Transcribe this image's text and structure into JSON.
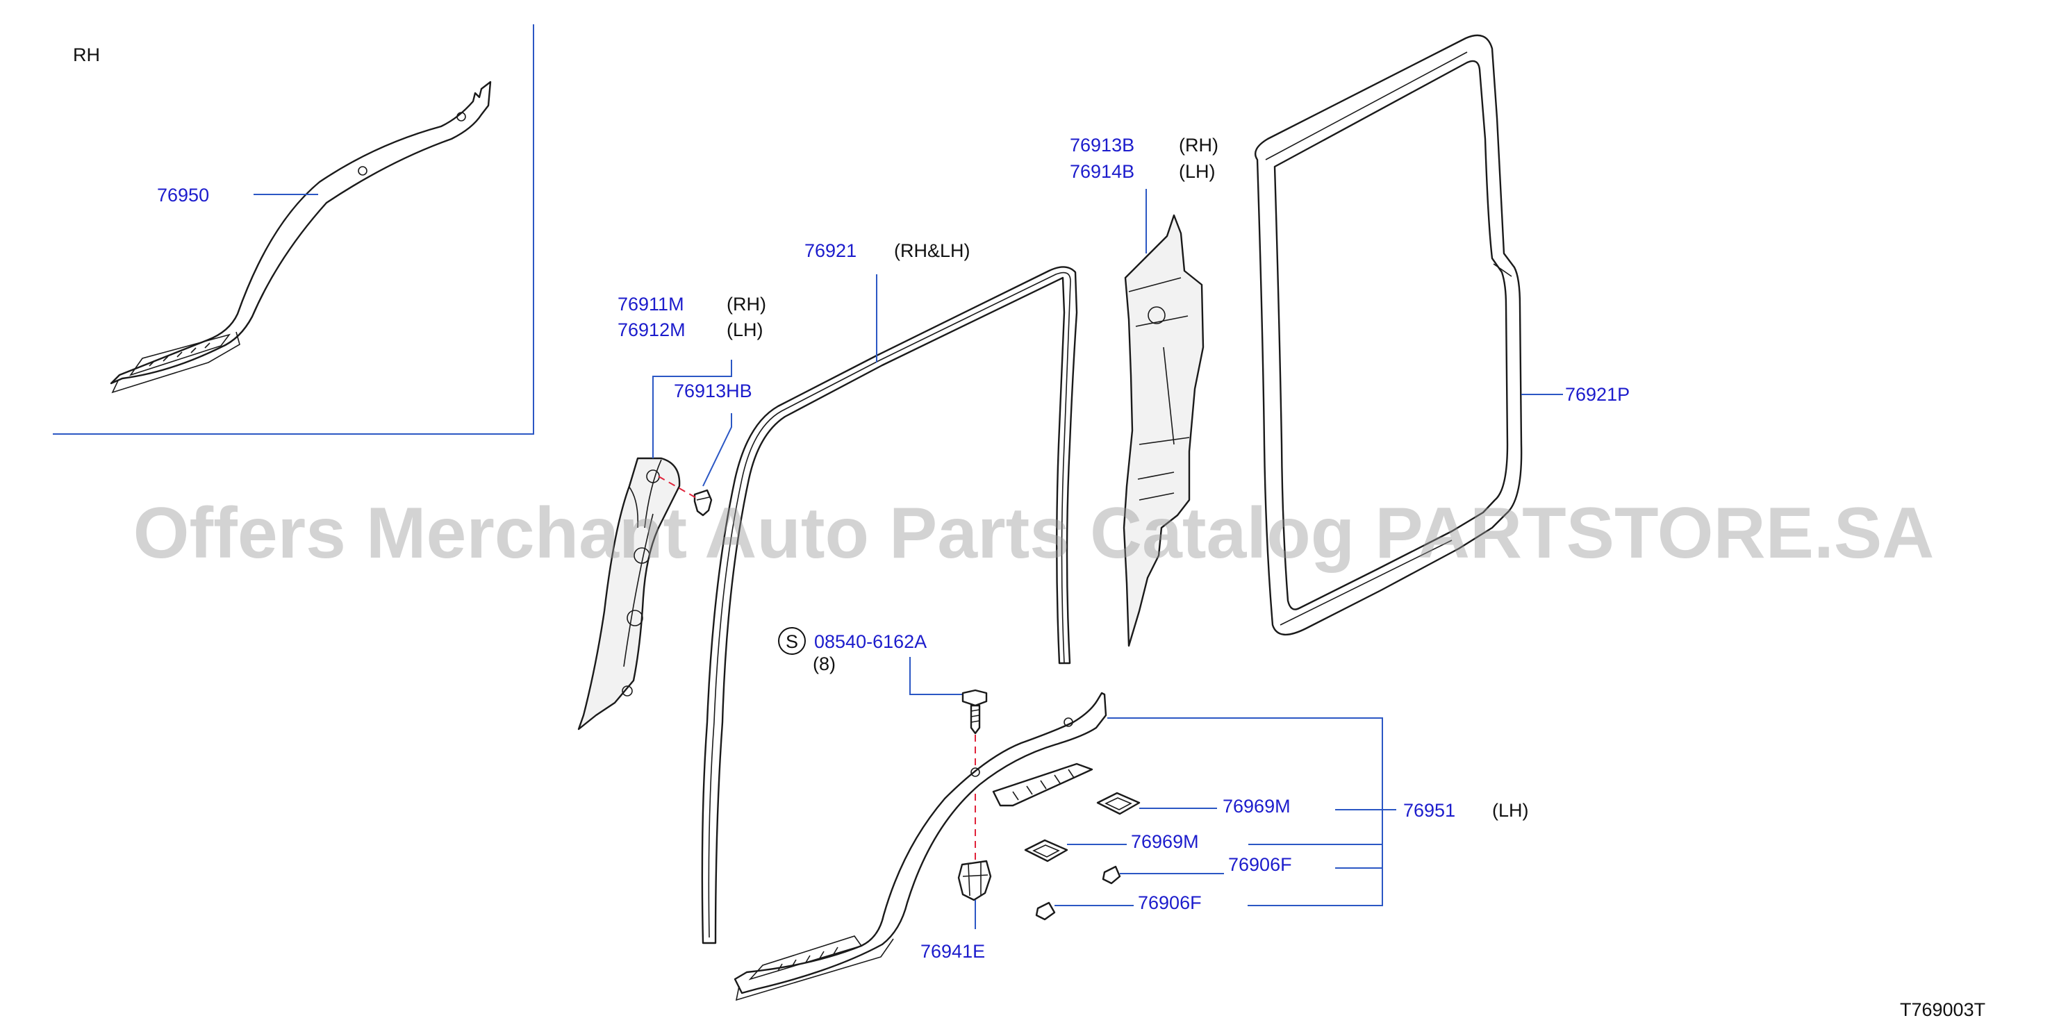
{
  "inset": {
    "label": "RH",
    "part_no": "76950"
  },
  "parts": {
    "p76921": {
      "no": "76921",
      "note": "(RH&LH)"
    },
    "p76911M": {
      "no": "76911M",
      "note": "(RH)"
    },
    "p76912M": {
      "no": "76912M",
      "note": "(LH)"
    },
    "p76913HB": {
      "no": "76913HB"
    },
    "p76913B": {
      "no": "76913B",
      "note": "(RH)"
    },
    "p76914B": {
      "no": "76914B",
      "note": "(LH)"
    },
    "p76921P": {
      "no": "76921P"
    },
    "screw": {
      "symbol": "S",
      "no": "08540-6162A",
      "qty": "(8)"
    },
    "p76951": {
      "no": "76951",
      "note": "(LH)"
    },
    "p76969M_a": {
      "no": "76969M"
    },
    "p76969M_b": {
      "no": "76969M"
    },
    "p76906F_a": {
      "no": "76906F"
    },
    "p76906F_b": {
      "no": "76906F"
    },
    "p76941E": {
      "no": "76941E"
    }
  },
  "diagram_code": "T769003T",
  "watermark": "Offers Merchant Auto Parts Catalog PARTSTORE.SA"
}
